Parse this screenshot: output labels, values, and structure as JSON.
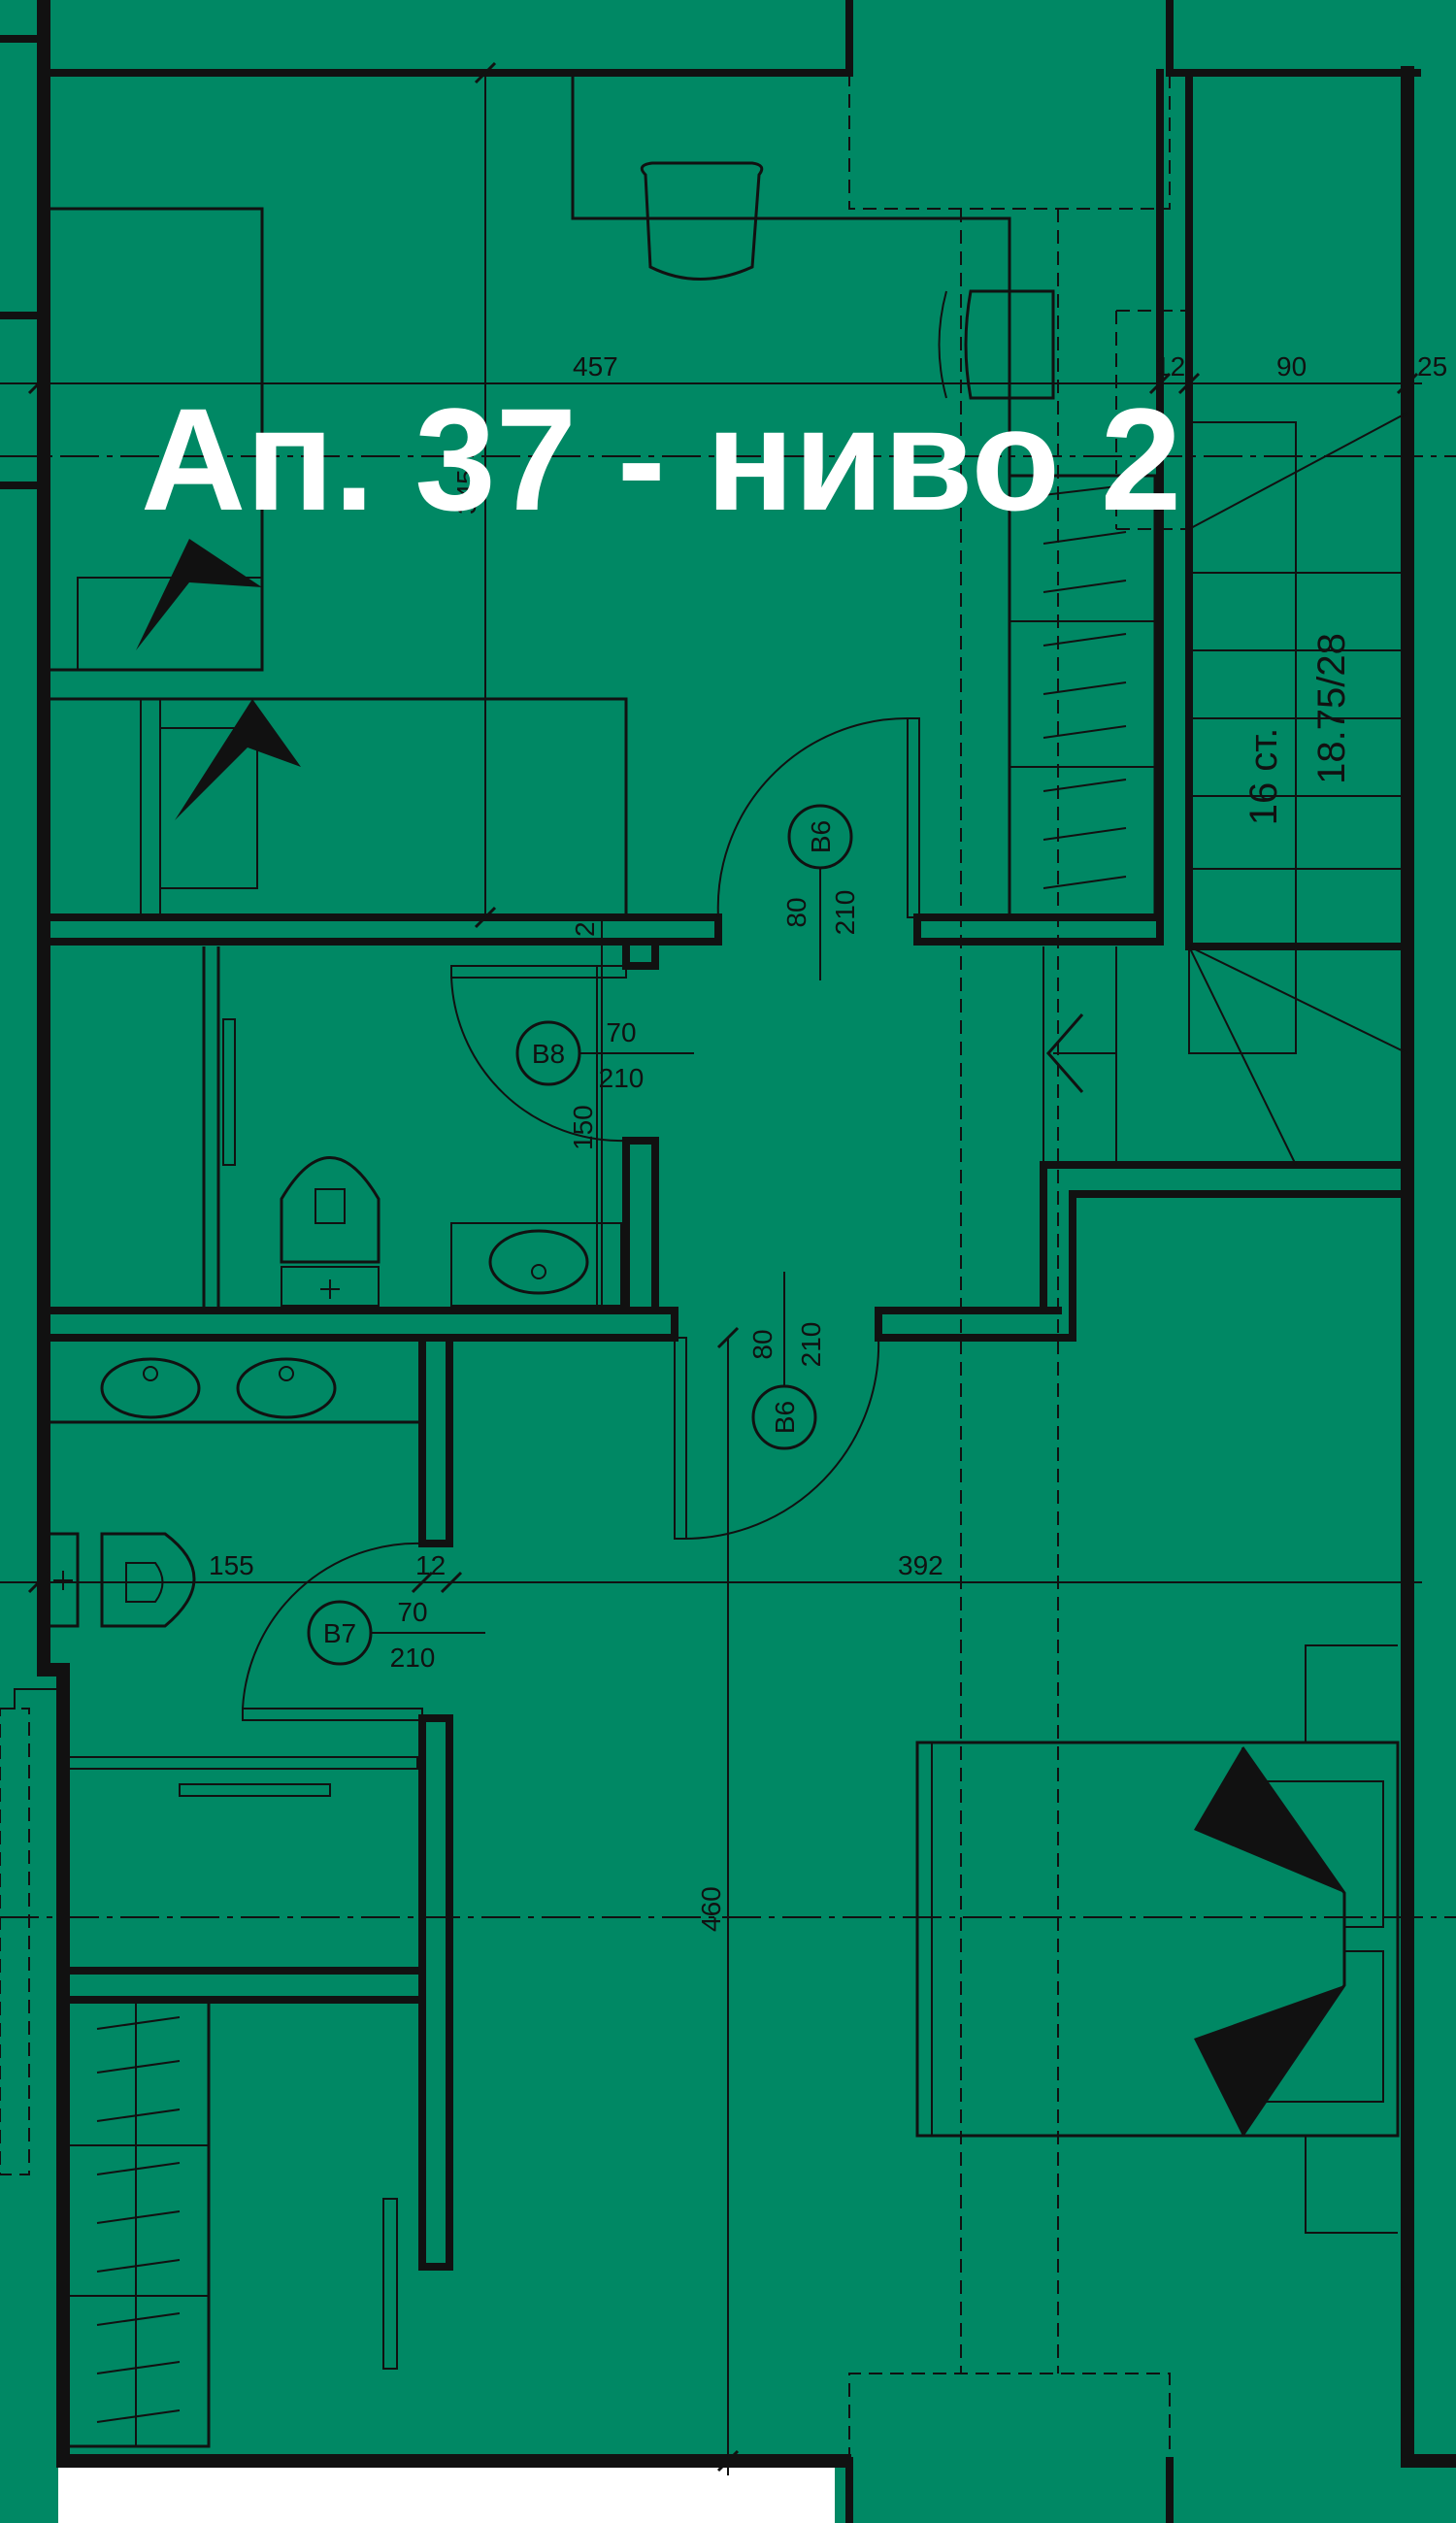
{
  "title": "Ап. 37 - ниво 2",
  "colors": {
    "floor": "#008864",
    "line": "#111111",
    "title": "#ffffff"
  },
  "dimensions": {
    "width_top": "457",
    "wall_12_top": "12",
    "stair_90": "90",
    "wall_25": "25",
    "room_345": "345",
    "wall_2": "2",
    "bath_150": "150",
    "wc_155": "155",
    "wall_12_mid": "12",
    "width_392": "392",
    "height_460": "460"
  },
  "stairs": {
    "steps": "16 ст.",
    "ratio": "18.75/28"
  },
  "doors": [
    {
      "tag": "B6",
      "width": "80",
      "height": "210"
    },
    {
      "tag": "B8",
      "width": "70",
      "height": "210"
    },
    {
      "tag": "B6",
      "width": "80",
      "height": "210"
    },
    {
      "tag": "B7",
      "width": "70",
      "height": "210"
    }
  ]
}
